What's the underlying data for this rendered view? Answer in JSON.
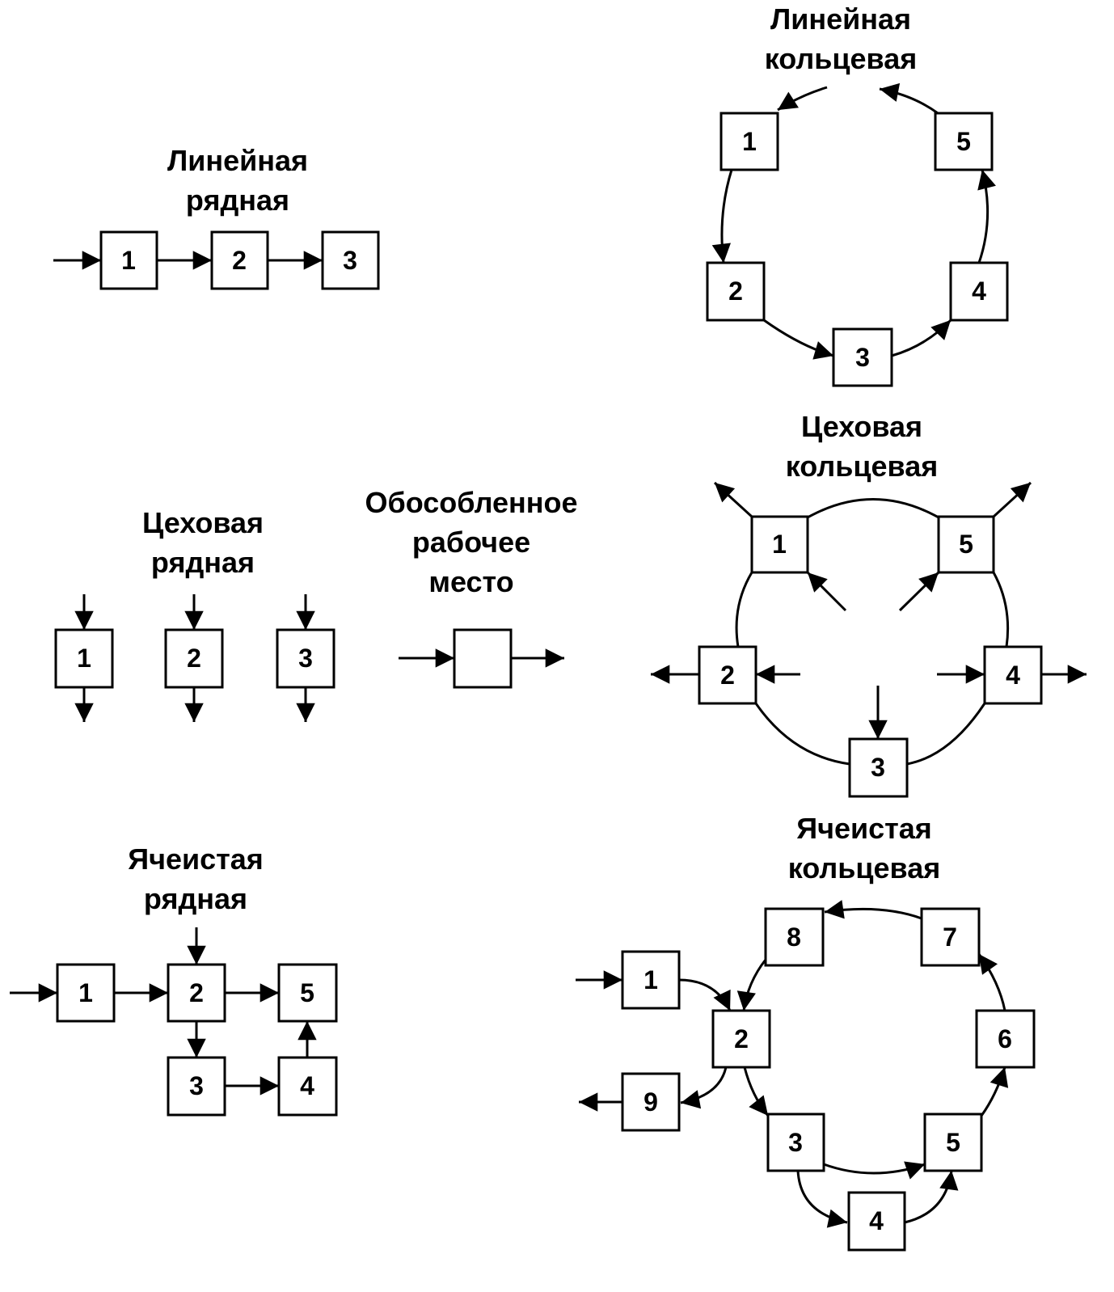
{
  "diagrams": {
    "linear_row": {
      "title_line1": "Линейная",
      "title_line2": "рядная",
      "boxes": [
        "1",
        "2",
        "3"
      ]
    },
    "linear_ring": {
      "title_line1": "Линейная",
      "title_line2": "кольцевая",
      "boxes": [
        "1",
        "2",
        "3",
        "4",
        "5"
      ]
    },
    "shop_row": {
      "title_line1": "Цеховая",
      "title_line2": "рядная",
      "boxes": [
        "1",
        "2",
        "3"
      ]
    },
    "isolated": {
      "title_line1": "Обособленное",
      "title_line2": "рабочее",
      "title_line3": "место"
    },
    "shop_ring": {
      "title_line1": "Цеховая",
      "title_line2": "кольцевая",
      "boxes": [
        "1",
        "2",
        "3",
        "4",
        "5"
      ]
    },
    "cell_row": {
      "title_line1": "Ячеистая",
      "title_line2": "рядная",
      "boxes": [
        "1",
        "2",
        "3",
        "4",
        "5"
      ]
    },
    "cell_ring": {
      "title_line1": "Ячеистая",
      "title_line2": "кольцевая",
      "boxes": [
        "1",
        "2",
        "3",
        "4",
        "5",
        "6",
        "7",
        "8",
        "9"
      ]
    }
  },
  "colors": {
    "stroke": "#000000",
    "background": "#ffffff"
  }
}
